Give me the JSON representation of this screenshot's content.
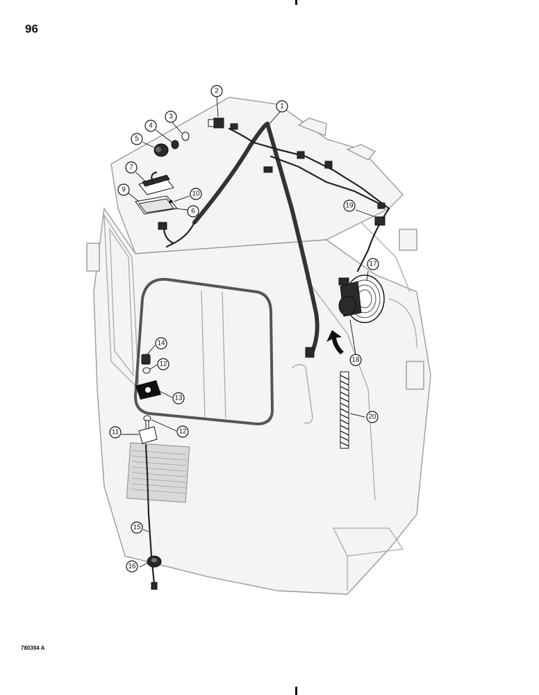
{
  "page": {
    "number": "96",
    "figure_code": "780394 A"
  },
  "callouts": [
    {
      "label": "1"
    },
    {
      "label": "2"
    },
    {
      "label": "3"
    },
    {
      "label": "4"
    },
    {
      "label": "5"
    },
    {
      "label": "6"
    },
    {
      "label": "7"
    },
    {
      "label": "9"
    },
    {
      "label": "10"
    },
    {
      "label": "11"
    },
    {
      "label": "12"
    },
    {
      "label": "12"
    },
    {
      "label": "13"
    },
    {
      "label": "14"
    },
    {
      "label": "15"
    },
    {
      "label": "16"
    },
    {
      "label": "17"
    },
    {
      "label": "18"
    },
    {
      "label": "19"
    },
    {
      "label": "20"
    }
  ]
}
